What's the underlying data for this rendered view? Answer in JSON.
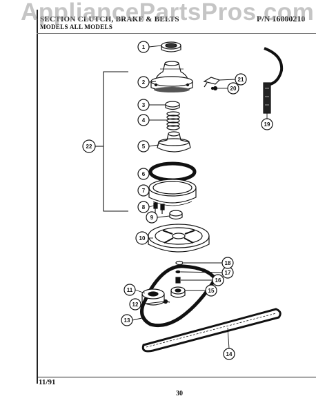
{
  "watermark": "AppliancePartsPros.com",
  "header": {
    "title": "SECTION  CLUTCH, BRAKE & BELTS",
    "models": "MODELS   ALL MODELS",
    "part_number": "P/N 16000210"
  },
  "footer": {
    "date": "11/91",
    "page": "30"
  },
  "callouts": [
    "1",
    "2",
    "3",
    "4",
    "5",
    "6",
    "7",
    "8",
    "9",
    "10",
    "11",
    "12",
    "13",
    "14",
    "15",
    "16",
    "17",
    "18",
    "19",
    "20",
    "21",
    "22"
  ]
}
